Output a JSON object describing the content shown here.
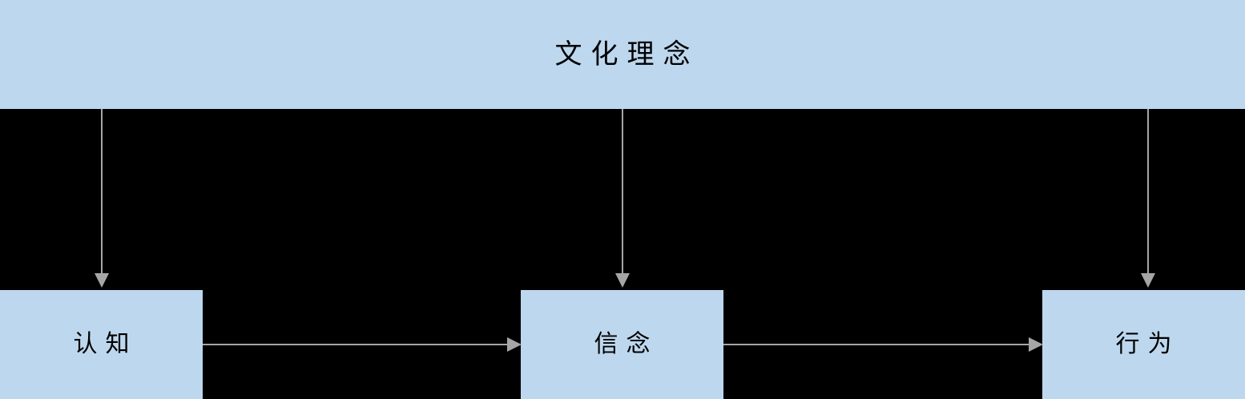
{
  "diagram": {
    "title_node": {
      "label": "文化理念",
      "fill": "#bdd7ee"
    },
    "leaf_nodes": [
      {
        "id": "cognition",
        "label": "认知",
        "fill": "#bdd7ee"
      },
      {
        "id": "belief",
        "label": "信念",
        "fill": "#bdd7ee"
      },
      {
        "id": "behavior",
        "label": "行为",
        "fill": "#bdd7ee"
      }
    ],
    "connectors": {
      "stroke": "#a6a6a6",
      "vertical": [
        {
          "from": "文化理念",
          "to": "认知"
        },
        {
          "from": "文化理念",
          "to": "信念"
        },
        {
          "from": "文化理念",
          "to": "行为"
        }
      ],
      "horizontal": [
        {
          "from": "认知",
          "to": "信念"
        },
        {
          "from": "信念",
          "to": "行为"
        }
      ]
    },
    "background": "#000000"
  }
}
